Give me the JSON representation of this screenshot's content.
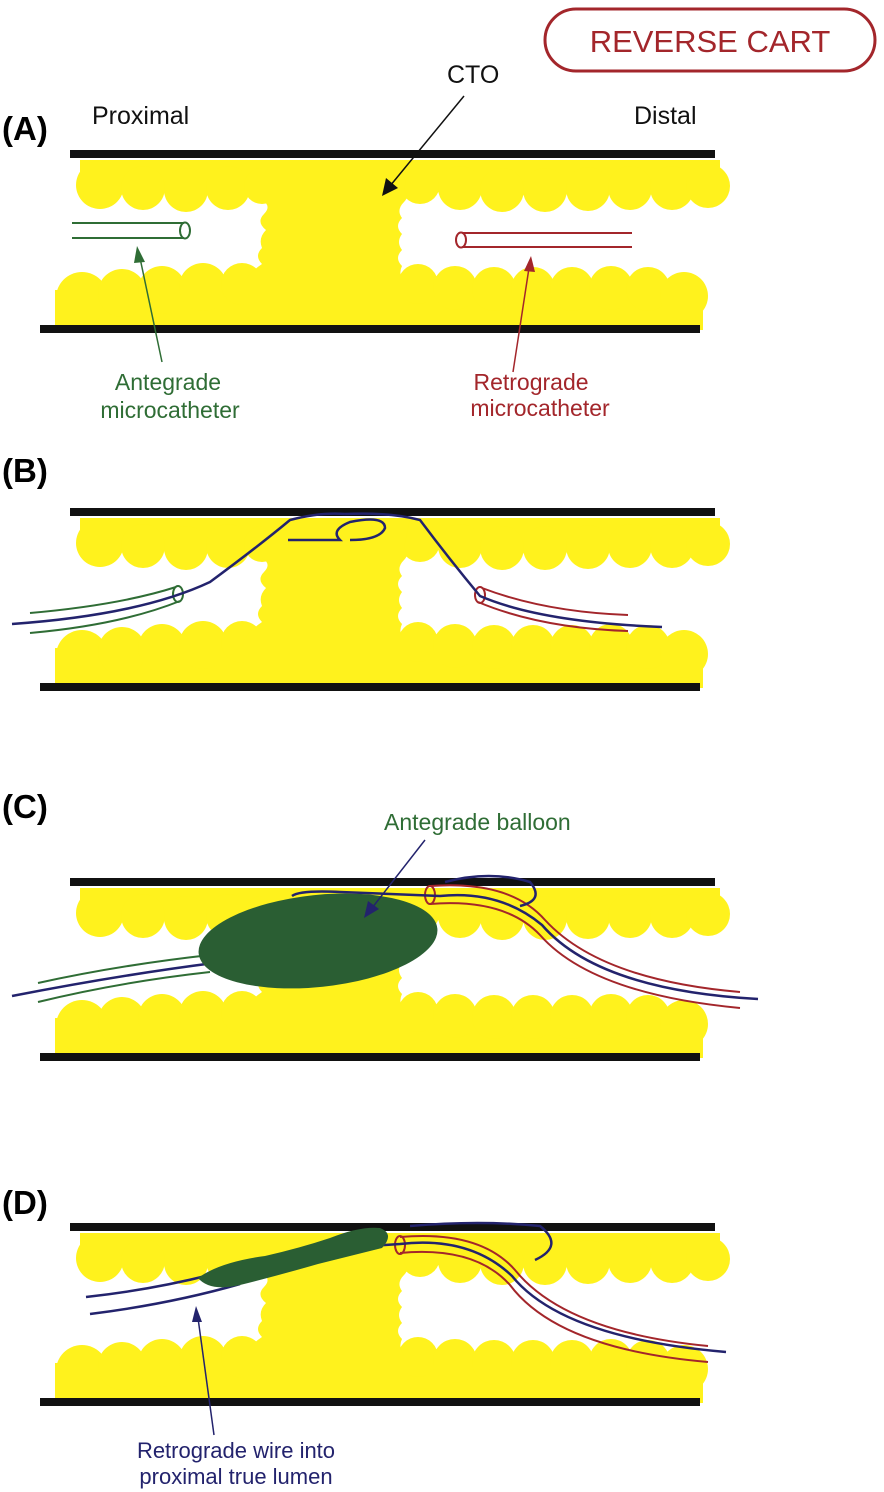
{
  "title": "REVERSE CART",
  "panels": {
    "a": {
      "letter": "(A)",
      "proximal": "Proximal",
      "distal": "Distal",
      "cto": "CTO",
      "antegrade_microcatheter": [
        "Antegrade",
        "microcatheter"
      ],
      "retrograde_microcatheter": [
        "Retrograde",
        "microcatheter"
      ]
    },
    "b": {
      "letter": "(B)"
    },
    "c": {
      "letter": "(C)",
      "antegrade_balloon": "Antegrade balloon"
    },
    "d": {
      "letter": "(D)",
      "retrograde_wire": [
        "Retrograde wire into",
        "proximal true lumen"
      ]
    }
  },
  "colors": {
    "plaque": "#fff21d",
    "vessel_wall": "#111111",
    "antegrade": "#2f6d35",
    "retrograde": "#a3262b",
    "wire": "#23236d",
    "balloon": "#2a5e33"
  }
}
